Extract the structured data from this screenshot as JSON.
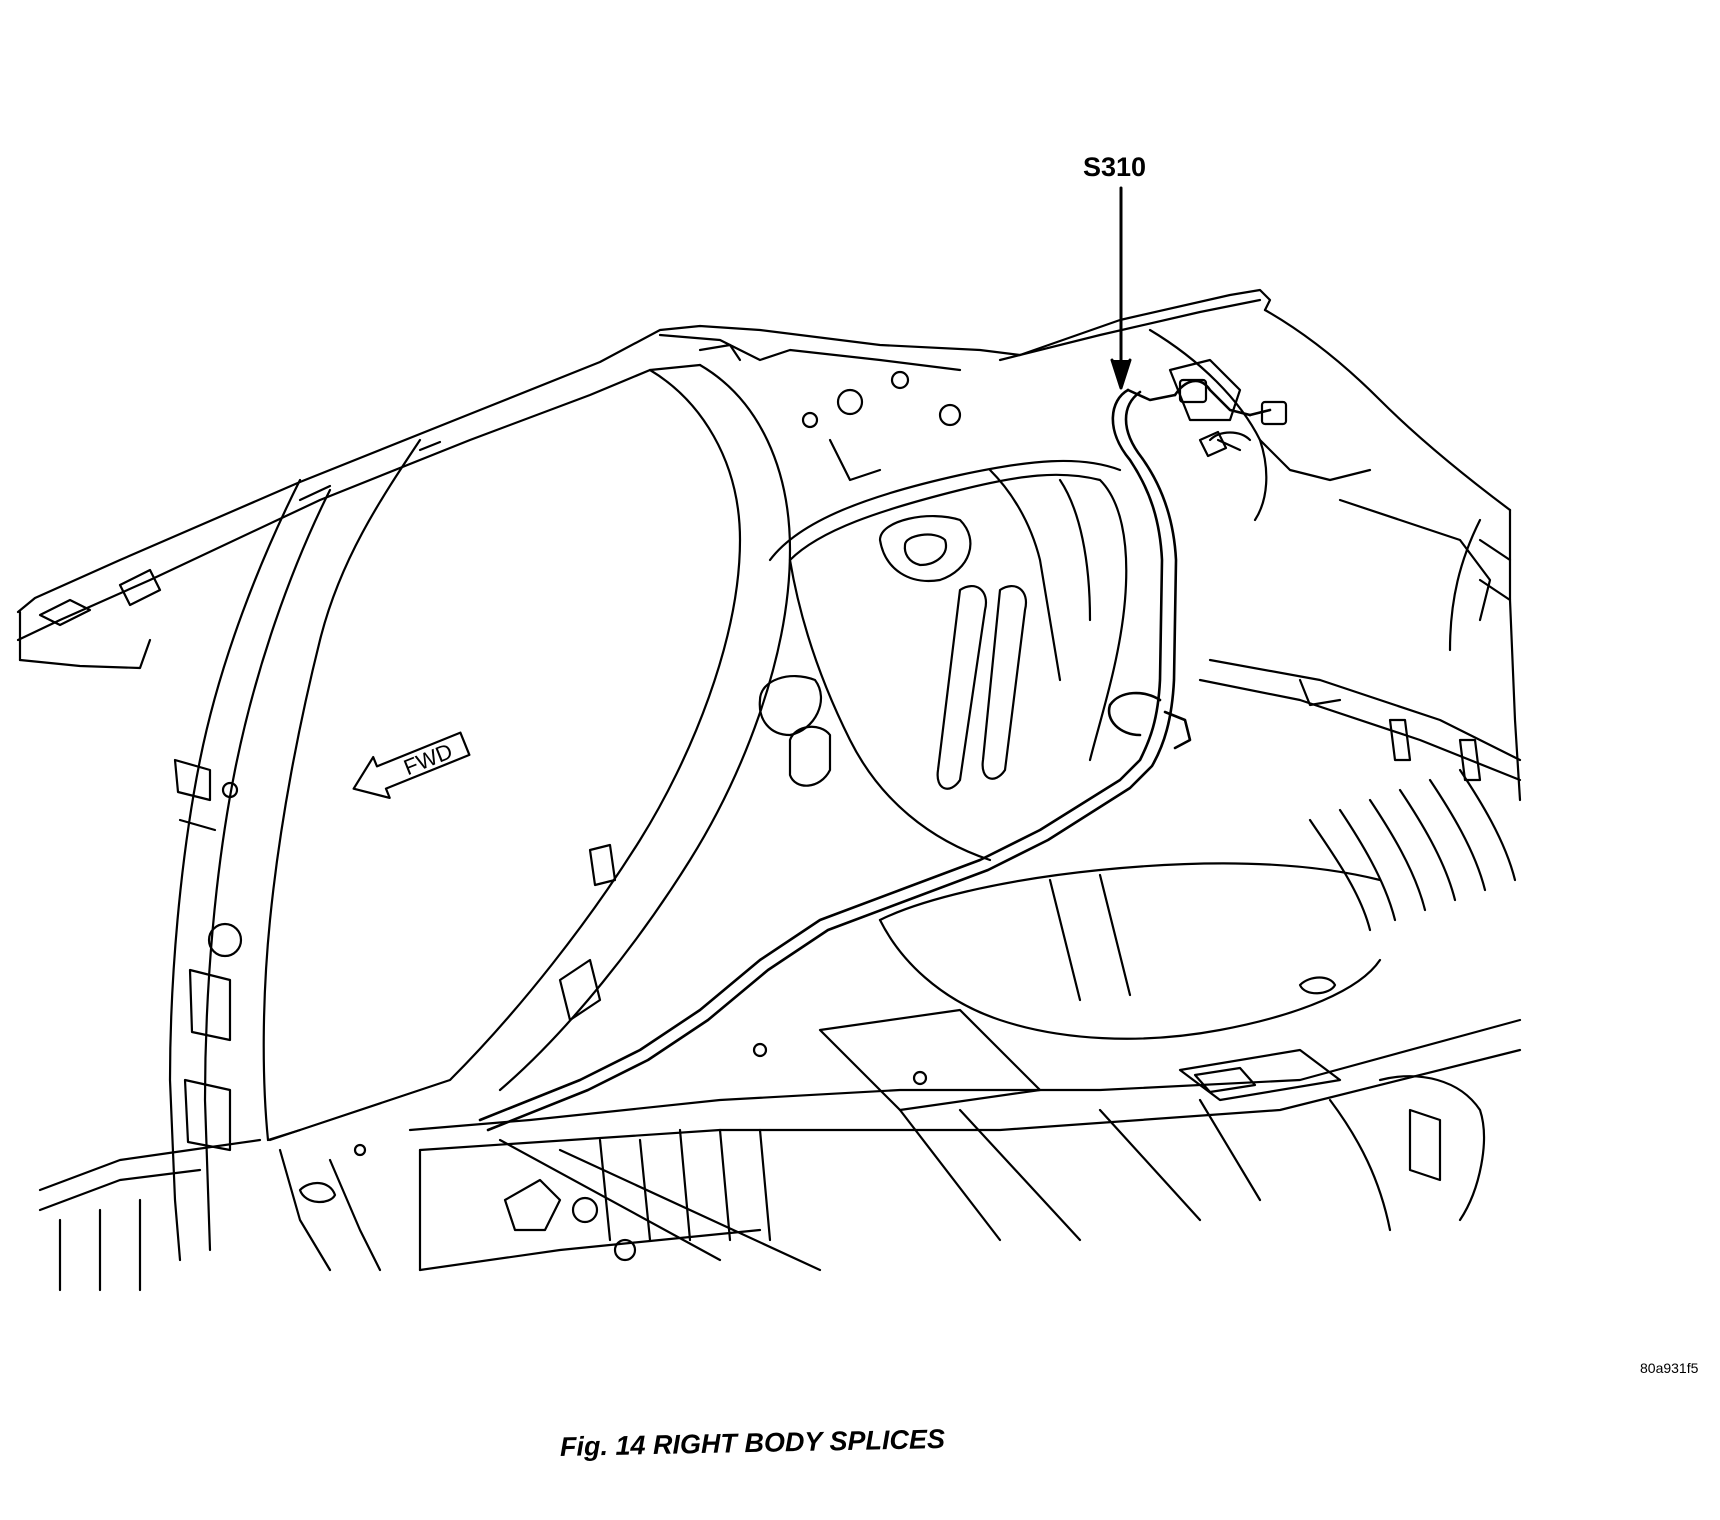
{
  "diagram": {
    "callout_label": "S310",
    "direction_label": "FWD",
    "figure_code": "80a931f5",
    "caption": "Fig. 14 RIGHT BODY SPLICES"
  }
}
